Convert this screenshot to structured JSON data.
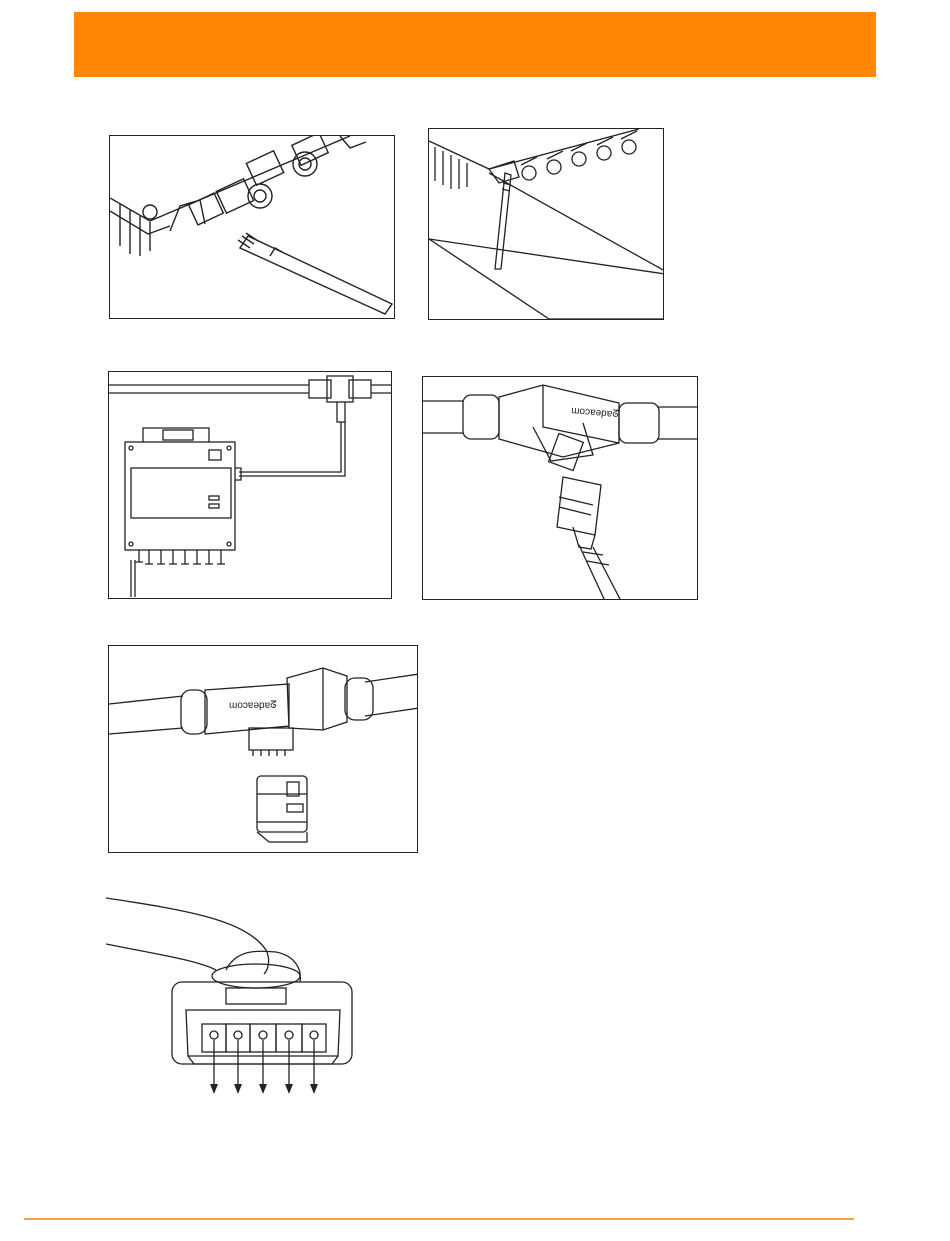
{
  "colors": {
    "header": "#FF8705",
    "footer_rule": "#F5A04A",
    "line_art": "#222222"
  },
  "figures": {
    "antenna_install": {
      "icon": "antenna-unscrewed-illustration"
    },
    "antenna_mounted": {
      "icon": "antenna-mounted-illustration"
    },
    "trunk_connection": {
      "icon": "microinverter-trunk-illustration"
    },
    "connector_plug": {
      "icon": "connector-plug-illustration",
      "brand_mark": "ɯoɔɐǝpɐᘔ"
    },
    "connector_cap": {
      "icon": "connector-cap-illustration",
      "brand_mark": "ɯoɔɐǝpɐᘔ"
    },
    "connector_pins": {
      "icon": "connector-pins-illustration"
    }
  }
}
